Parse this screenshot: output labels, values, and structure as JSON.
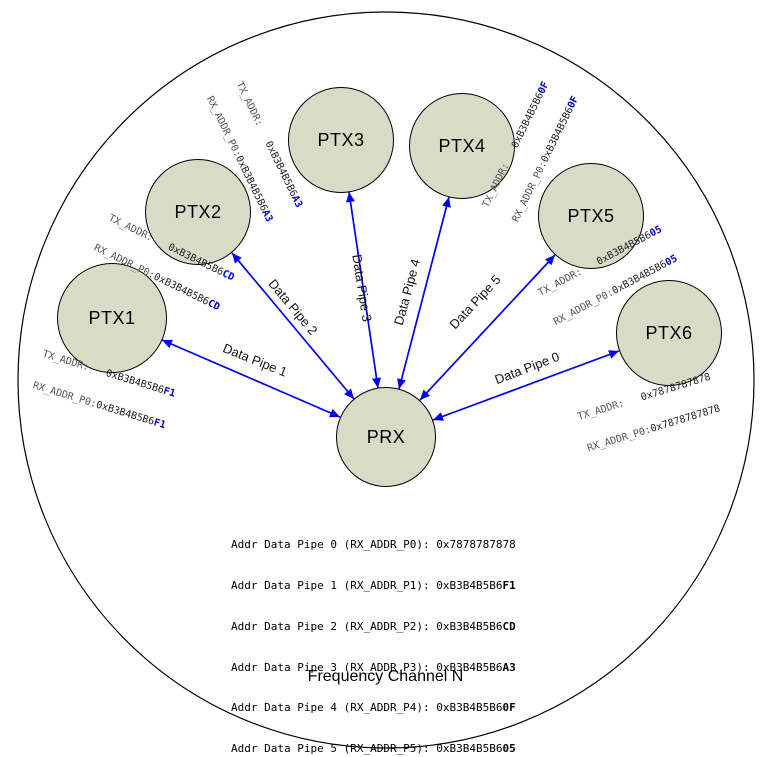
{
  "title": "Frequency Channel N",
  "colors": {
    "arrow_blue": "#0000EE",
    "highlight_blue": "#0000CC",
    "node_fill": "#D8DCC6"
  },
  "prx": {
    "label": "PRX"
  },
  "nodes": [
    {
      "label": "PTX1",
      "tx_label": "TX_ADDR:   ",
      "rx_label": "RX_ADDR_P0:",
      "addr_prefix": "0xB3B4B5B6",
      "addr_suffix": "F1"
    },
    {
      "label": "PTX2",
      "tx_label": "TX_ADDR:   ",
      "rx_label": "RX_ADDR_P0:",
      "addr_prefix": "0xB3B4B5B6",
      "addr_suffix": "CD"
    },
    {
      "label": "PTX3",
      "tx_label": "TX_ADDR:   ",
      "rx_label": "RX_ADDR_P0:",
      "addr_prefix": "0xB3B4B5B6",
      "addr_suffix": "A3"
    },
    {
      "label": "PTX4",
      "tx_label": "TX_ADDR:   ",
      "rx_label": "RX_ADDR_P0:",
      "addr_prefix": "0xB3B4B5B6",
      "addr_suffix": "0F"
    },
    {
      "label": "PTX5",
      "tx_label": "TX_ADDR:   ",
      "rx_label": "RX_ADDR_P0:",
      "addr_prefix": "0xB3B4B5B6",
      "addr_suffix": "05"
    },
    {
      "label": "PTX6",
      "tx_label": "TX_ADDR:   ",
      "rx_label": "RX_ADDR_P0:",
      "addr_prefix": "0x7878787878",
      "addr_suffix": ""
    }
  ],
  "pipes": [
    {
      "label": "Data Pipe 0"
    },
    {
      "label": "Data Pipe 1"
    },
    {
      "label": "Data Pipe 2"
    },
    {
      "label": "Data Pipe 3"
    },
    {
      "label": "Data Pipe 4"
    },
    {
      "label": "Data Pipe 5"
    }
  ],
  "address_table": {
    "rows": [
      {
        "text": "Addr Data Pipe 0 (RX_ADDR_P0): 0x7878787878",
        "suffix": ""
      },
      {
        "text": "Addr Data Pipe 1 (RX_ADDR_P1): 0xB3B4B5B6",
        "suffix": "F1"
      },
      {
        "text": "Addr Data Pipe 2 (RX_ADDR_P2): 0xB3B4B5B6",
        "suffix": "CD"
      },
      {
        "text": "Addr Data Pipe 3 (RX_ADDR_P3): 0xB3B4B5B6",
        "suffix": "A3"
      },
      {
        "text": "Addr Data Pipe 4 (RX_ADDR_P4): 0xB3B4B5B6",
        "suffix": "0F"
      },
      {
        "text": "Addr Data Pipe 5 (RX_ADDR_P5): 0xB3B4B5B6",
        "suffix": "05"
      }
    ]
  }
}
